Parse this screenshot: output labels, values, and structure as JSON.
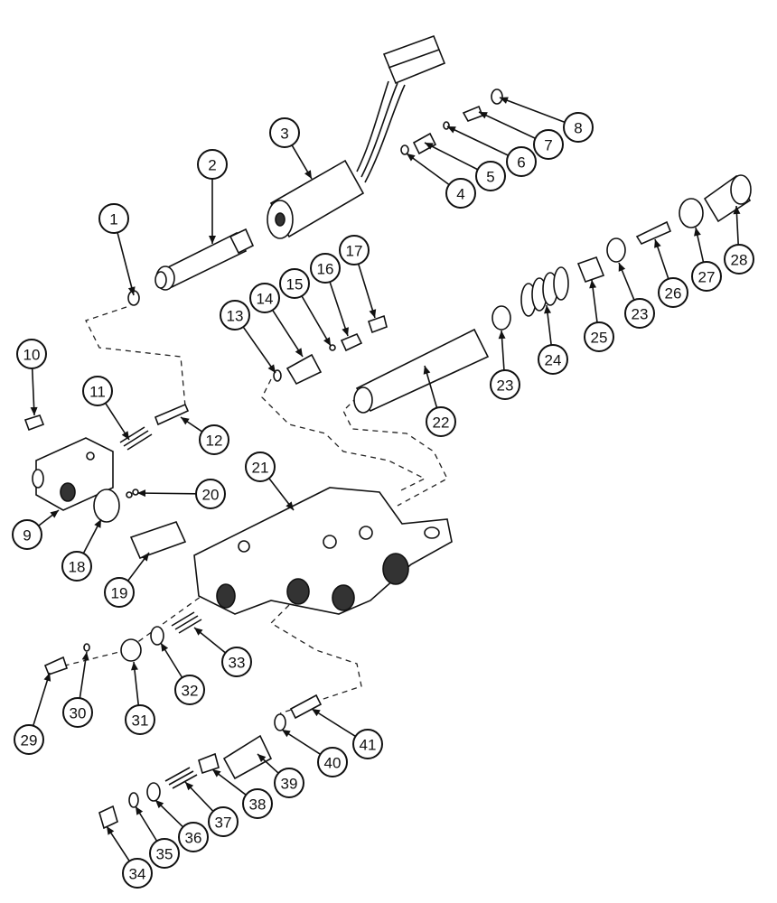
{
  "callouts": [
    {
      "id": "1",
      "label": "1"
    },
    {
      "id": "2",
      "label": "2"
    },
    {
      "id": "3",
      "label": "3"
    },
    {
      "id": "4",
      "label": "4"
    },
    {
      "id": "5",
      "label": "5"
    },
    {
      "id": "6",
      "label": "6"
    },
    {
      "id": "7",
      "label": "7"
    },
    {
      "id": "8",
      "label": "8"
    },
    {
      "id": "9",
      "label": "9"
    },
    {
      "id": "10",
      "label": "10"
    },
    {
      "id": "11",
      "label": "11"
    },
    {
      "id": "12",
      "label": "12"
    },
    {
      "id": "13",
      "label": "13"
    },
    {
      "id": "14",
      "label": "14"
    },
    {
      "id": "15",
      "label": "15"
    },
    {
      "id": "16",
      "label": "16"
    },
    {
      "id": "17",
      "label": "17"
    },
    {
      "id": "18",
      "label": "18"
    },
    {
      "id": "19",
      "label": "19"
    },
    {
      "id": "20",
      "label": "20"
    },
    {
      "id": "21",
      "label": "21"
    },
    {
      "id": "22",
      "label": "22"
    },
    {
      "id": "23a",
      "label": "23"
    },
    {
      "id": "23b",
      "label": "23"
    },
    {
      "id": "24",
      "label": "24"
    },
    {
      "id": "25",
      "label": "25"
    },
    {
      "id": "26",
      "label": "26"
    },
    {
      "id": "27",
      "label": "27"
    },
    {
      "id": "28",
      "label": "28"
    },
    {
      "id": "29",
      "label": "29"
    },
    {
      "id": "30",
      "label": "30"
    },
    {
      "id": "31",
      "label": "31"
    },
    {
      "id": "32",
      "label": "32"
    },
    {
      "id": "33",
      "label": "33"
    },
    {
      "id": "34",
      "label": "34"
    },
    {
      "id": "35",
      "label": "35"
    },
    {
      "id": "36",
      "label": "36"
    },
    {
      "id": "37",
      "label": "37"
    },
    {
      "id": "38",
      "label": "38"
    },
    {
      "id": "39",
      "label": "39"
    },
    {
      "id": "40",
      "label": "40"
    },
    {
      "id": "41",
      "label": "41"
    }
  ]
}
